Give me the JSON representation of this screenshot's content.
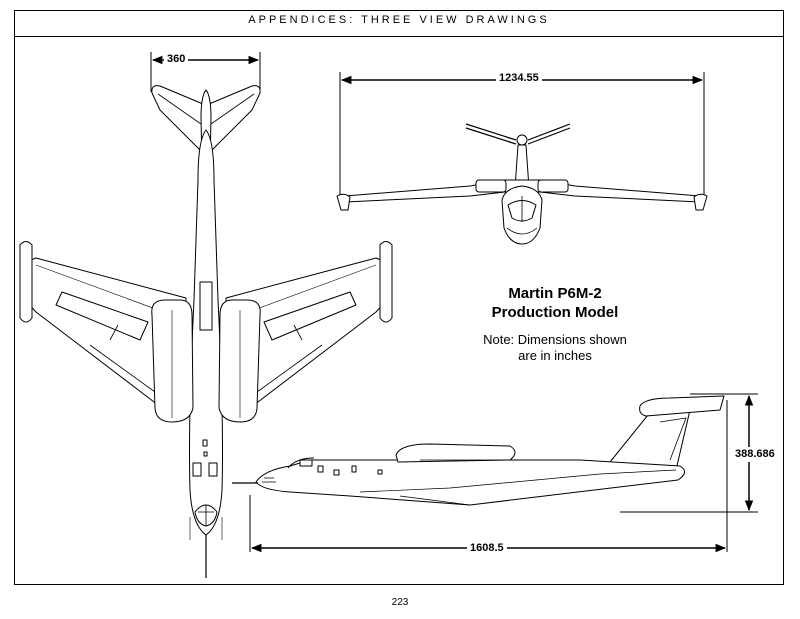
{
  "header": {
    "title": "APPENDICES: THREE VIEW DRAWINGS"
  },
  "caption": {
    "title_line1": "Martin P6M-2",
    "title_line2": "Production Model",
    "note_line1": "Note: Dimensions shown",
    "note_line2": "are in inches"
  },
  "dimensions": {
    "tailplane_span": "360",
    "wingspan": "1234.55",
    "length": "1608.5",
    "height": "388.686"
  },
  "footer": {
    "page_number": "223"
  }
}
